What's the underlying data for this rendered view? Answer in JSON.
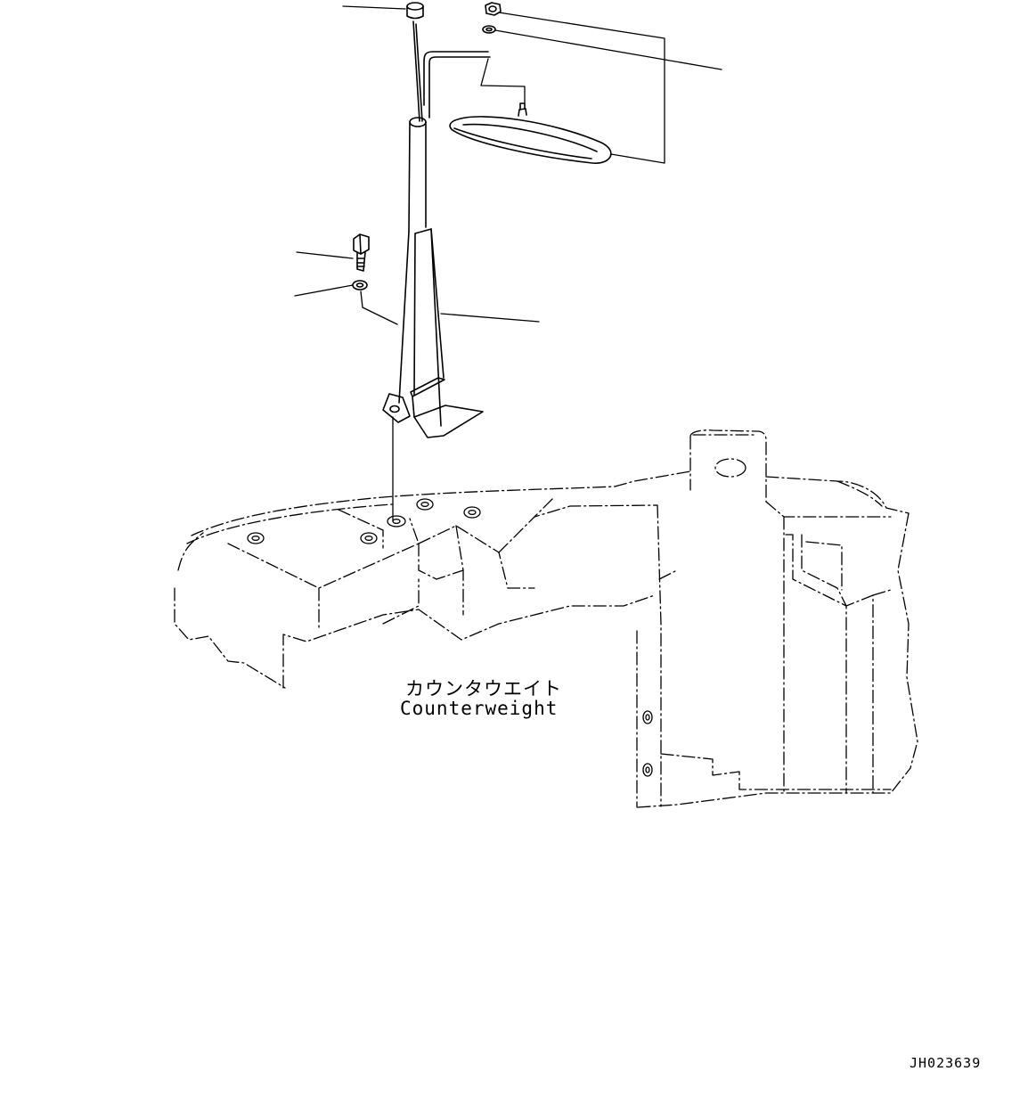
{
  "diagram": {
    "label_japanese": "カウンタウエイト",
    "label_english": "Counterweight",
    "drawing_number": "JH023639"
  }
}
